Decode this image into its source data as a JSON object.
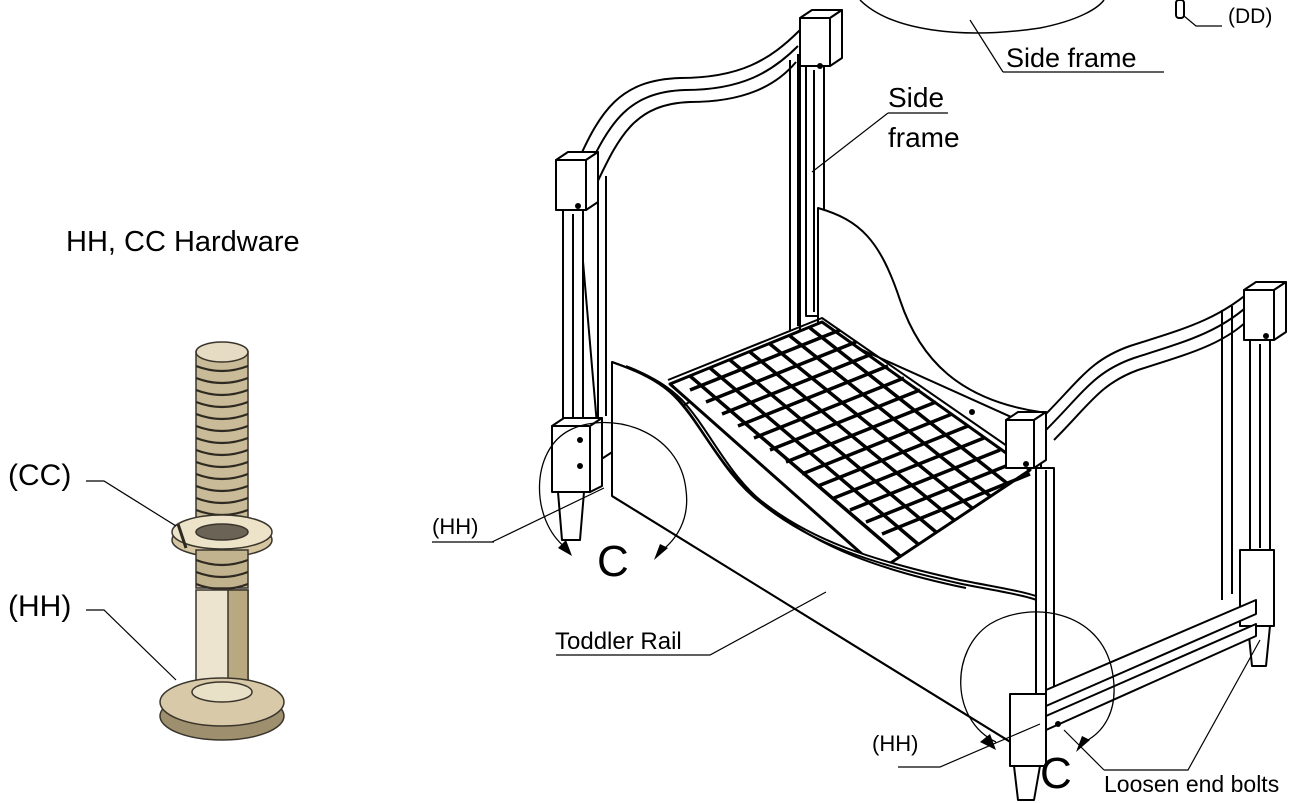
{
  "labels": {
    "hardware_title": "HH, CC Hardware",
    "cc": "(CC)",
    "hh_left": "(HH)",
    "hh_mid": "(HH)",
    "hh_bottom": "(HH)",
    "c_left": "C",
    "c_right": "C",
    "toddler_rail": "Toddler Rail",
    "loosen_end_bolts": "Loosen end bolts",
    "dd": "(DD)",
    "side_frame_top": "Side frame",
    "side_frame_line1": "Side",
    "side_frame_line2": "frame"
  },
  "colors": {
    "line": "#000000",
    "bolt_metal": "#d8c9a8",
    "bolt_shadow": "#6b6355",
    "background": "#ffffff"
  }
}
